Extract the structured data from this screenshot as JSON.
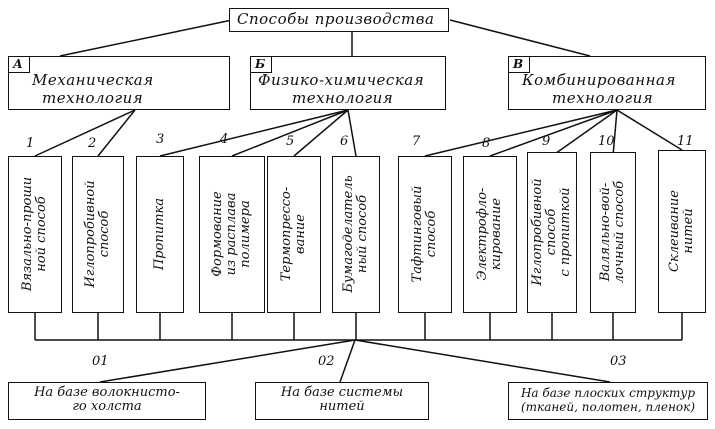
{
  "root": {
    "title": "Способы производства"
  },
  "technologies": [
    {
      "letter": "А",
      "line1": "Механическая",
      "line2": "технология"
    },
    {
      "letter": "Б",
      "line1": "Физико-химическая",
      "line2": "технология"
    },
    {
      "letter": "В",
      "line1": "Комбинированная",
      "line2": "технология"
    }
  ],
  "methods": [
    {
      "num": "1",
      "line1": "Вязально-проши",
      "line2": "ной способ"
    },
    {
      "num": "2",
      "line1": "Иглопробивной",
      "line2": "способ"
    },
    {
      "num": "3",
      "line1": "Пропитка",
      "line2": ""
    },
    {
      "num": "4",
      "line1": "Формование",
      "line2": "из расплава",
      "line3": "полимера"
    },
    {
      "num": "5",
      "line1": "Термопрессо-",
      "line2": "вание"
    },
    {
      "num": "6",
      "line1": "Бумагоделатель",
      "line2": "ный способ"
    },
    {
      "num": "7",
      "line1": "Тафтинговый",
      "line2": "способ"
    },
    {
      "num": "8",
      "line1": "Электрофло-",
      "line2": "кирование"
    },
    {
      "num": "9",
      "line1": "Иглопробивной",
      "line2": "способ",
      "line3": "с пропиткой"
    },
    {
      "num": "10",
      "line1": "Валяльно-вой-",
      "line2": "лочный способ"
    },
    {
      "num": "11",
      "line1": "Склеивание",
      "line2": "нитей"
    }
  ],
  "bases": [
    {
      "num": "01",
      "line1": "На базе волокнисто-",
      "line2": "го холста"
    },
    {
      "num": "02",
      "line1": "На базе системы",
      "line2": "нитей"
    },
    {
      "num": "03",
      "line1": "На базе плоских структур",
      "line2": "(тканей, полотен, пленок)"
    }
  ]
}
